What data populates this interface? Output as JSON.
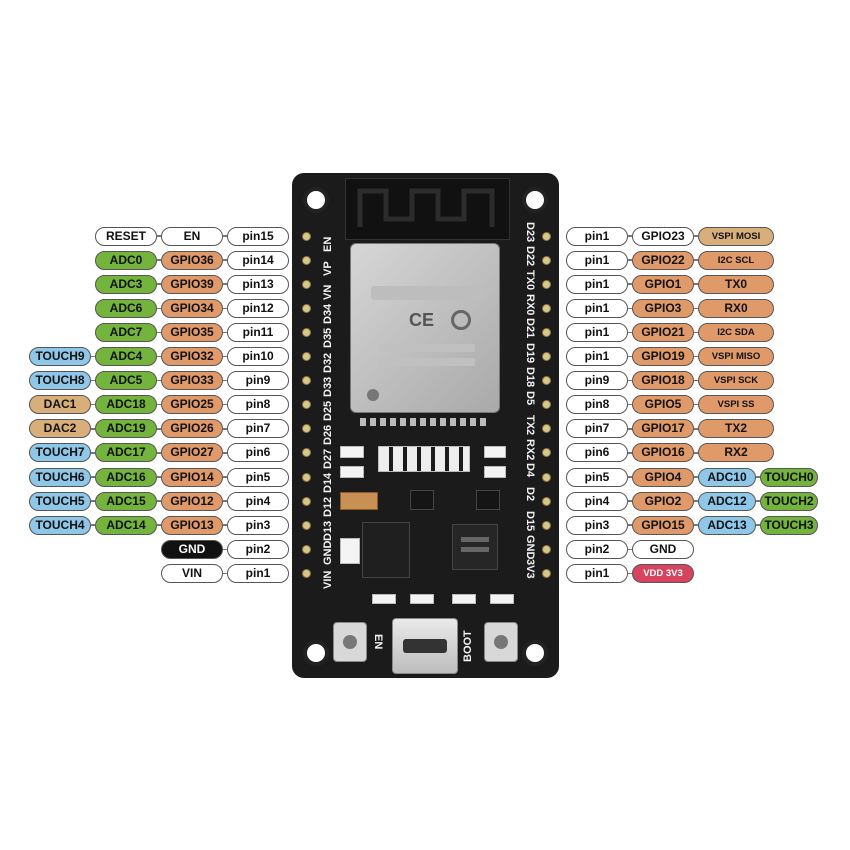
{
  "colors": {
    "white": "#ffffff",
    "green": "#74b33c",
    "orange": "#e09a6a",
    "blue": "#8fc7e8",
    "tan": "#d8ae7a",
    "black": "#111111",
    "red": "#d6445f",
    "board": "#1b1b1b"
  },
  "left_rows": [
    {
      "pills": [
        {
          "text": "RESET",
          "c": "white"
        },
        {
          "text": "EN",
          "c": "white"
        },
        {
          "text": "pin15",
          "c": "white"
        }
      ],
      "silk": "EN"
    },
    {
      "pills": [
        {
          "text": "ADC0",
          "c": "green"
        },
        {
          "text": "GPIO36",
          "c": "orange"
        },
        {
          "text": "pin14",
          "c": "white"
        }
      ],
      "silk": "VP"
    },
    {
      "pills": [
        {
          "text": "ADC3",
          "c": "green"
        },
        {
          "text": "GPIO39",
          "c": "orange"
        },
        {
          "text": "pin13",
          "c": "white"
        }
      ],
      "silk": "VN"
    },
    {
      "pills": [
        {
          "text": "ADC6",
          "c": "green"
        },
        {
          "text": "GPIO34",
          "c": "orange"
        },
        {
          "text": "pin12",
          "c": "white"
        }
      ],
      "silk": "D34"
    },
    {
      "pills": [
        {
          "text": "ADC7",
          "c": "green"
        },
        {
          "text": "GPIO35",
          "c": "orange"
        },
        {
          "text": "pin11",
          "c": "white"
        }
      ],
      "silk": "D35"
    },
    {
      "pills": [
        {
          "text": "TOUCH9",
          "c": "blue"
        },
        {
          "text": "ADC4",
          "c": "green"
        },
        {
          "text": "GPIO32",
          "c": "orange"
        },
        {
          "text": "pin10",
          "c": "white"
        }
      ],
      "silk": "D32"
    },
    {
      "pills": [
        {
          "text": "TOUCH8",
          "c": "blue"
        },
        {
          "text": "ADC5",
          "c": "green"
        },
        {
          "text": "GPIO33",
          "c": "orange"
        },
        {
          "text": "pin9",
          "c": "white"
        }
      ],
      "silk": "D33"
    },
    {
      "pills": [
        {
          "text": "DAC1",
          "c": "tan"
        },
        {
          "text": "ADC18",
          "c": "green"
        },
        {
          "text": "GPIO25",
          "c": "orange"
        },
        {
          "text": "pin8",
          "c": "white"
        }
      ],
      "silk": "D25"
    },
    {
      "pills": [
        {
          "text": "DAC2",
          "c": "tan"
        },
        {
          "text": "ADC19",
          "c": "green"
        },
        {
          "text": "GPIO26",
          "c": "orange"
        },
        {
          "text": "pin7",
          "c": "white"
        }
      ],
      "silk": "D26"
    },
    {
      "pills": [
        {
          "text": "TOUCH7",
          "c": "blue"
        },
        {
          "text": "ADC17",
          "c": "green"
        },
        {
          "text": "GPIO27",
          "c": "orange"
        },
        {
          "text": "pin6",
          "c": "white"
        }
      ],
      "silk": "D27"
    },
    {
      "pills": [
        {
          "text": "TOUCH6",
          "c": "blue"
        },
        {
          "text": "ADC16",
          "c": "green"
        },
        {
          "text": "GPIO14",
          "c": "orange"
        },
        {
          "text": "pin5",
          "c": "white"
        }
      ],
      "silk": "D14"
    },
    {
      "pills": [
        {
          "text": "TOUCH5",
          "c": "blue"
        },
        {
          "text": "ADC15",
          "c": "green"
        },
        {
          "text": "GPIO12",
          "c": "orange"
        },
        {
          "text": "pin4",
          "c": "white"
        }
      ],
      "silk": "D12"
    },
    {
      "pills": [
        {
          "text": "TOUCH4",
          "c": "blue"
        },
        {
          "text": "ADC14",
          "c": "green"
        },
        {
          "text": "GPIO13",
          "c": "orange"
        },
        {
          "text": "pin3",
          "c": "white"
        }
      ],
      "silk": "D13"
    },
    {
      "pills": [
        {
          "text": "GND",
          "c": "black"
        },
        {
          "text": "pin2",
          "c": "white"
        }
      ],
      "silk": "GND"
    },
    {
      "pills": [
        {
          "text": "VIN",
          "c": "white"
        },
        {
          "text": "pin1",
          "c": "white"
        }
      ],
      "silk": "VIN"
    }
  ],
  "right_rows": [
    {
      "pills": [
        {
          "text": "pin1",
          "c": "white"
        },
        {
          "text": "GPIO23",
          "c": "white"
        },
        {
          "text": "VSPI MOSI",
          "c": "tan"
        }
      ],
      "silk": "D23"
    },
    {
      "pills": [
        {
          "text": "pin1",
          "c": "white"
        },
        {
          "text": "GPIO22",
          "c": "orange"
        },
        {
          "text": "I2C SCL",
          "c": "orange"
        }
      ],
      "silk": "D22"
    },
    {
      "pills": [
        {
          "text": "pin1",
          "c": "white"
        },
        {
          "text": "GPIO1",
          "c": "orange"
        },
        {
          "text": "TX0",
          "c": "orange"
        }
      ],
      "silk": "TX0"
    },
    {
      "pills": [
        {
          "text": "pin1",
          "c": "white"
        },
        {
          "text": "GPIO3",
          "c": "orange"
        },
        {
          "text": "RX0",
          "c": "orange"
        }
      ],
      "silk": "RX0"
    },
    {
      "pills": [
        {
          "text": "pin1",
          "c": "white"
        },
        {
          "text": "GPIO21",
          "c": "orange"
        },
        {
          "text": "I2C SDA",
          "c": "orange"
        }
      ],
      "silk": "D21"
    },
    {
      "pills": [
        {
          "text": "pin1",
          "c": "white"
        },
        {
          "text": "GPIO19",
          "c": "orange"
        },
        {
          "text": "VSPI MISO",
          "c": "orange"
        }
      ],
      "silk": "D19"
    },
    {
      "pills": [
        {
          "text": "pin9",
          "c": "white"
        },
        {
          "text": "GPIO18",
          "c": "orange"
        },
        {
          "text": "VSPI SCK",
          "c": "orange"
        }
      ],
      "silk": "D18"
    },
    {
      "pills": [
        {
          "text": "pin8",
          "c": "white"
        },
        {
          "text": "GPIO5",
          "c": "orange"
        },
        {
          "text": "VSPI SS",
          "c": "orange"
        }
      ],
      "silk": "D5"
    },
    {
      "pills": [
        {
          "text": "pin7",
          "c": "white"
        },
        {
          "text": "GPIO17",
          "c": "orange"
        },
        {
          "text": "TX2",
          "c": "orange"
        }
      ],
      "silk": "TX2"
    },
    {
      "pills": [
        {
          "text": "pin6",
          "c": "white"
        },
        {
          "text": "GPIO16",
          "c": "orange"
        },
        {
          "text": "RX2",
          "c": "orange"
        }
      ],
      "silk": "RX2"
    },
    {
      "pills": [
        {
          "text": "pin5",
          "c": "white"
        },
        {
          "text": "GPIO4",
          "c": "orange"
        },
        {
          "text": "ADC10",
          "c": "blue"
        },
        {
          "text": "TOUCH0",
          "c": "green"
        }
      ],
      "silk": "D4"
    },
    {
      "pills": [
        {
          "text": "pin4",
          "c": "white"
        },
        {
          "text": "GPIO2",
          "c": "orange"
        },
        {
          "text": "ADC12",
          "c": "blue"
        },
        {
          "text": "TOUCH2",
          "c": "green"
        }
      ],
      "silk": "D2"
    },
    {
      "pills": [
        {
          "text": "pin3",
          "c": "white"
        },
        {
          "text": "GPIO15",
          "c": "orange"
        },
        {
          "text": "ADC13",
          "c": "blue"
        },
        {
          "text": "TOUCH3",
          "c": "green"
        }
      ],
      "silk": "D15"
    },
    {
      "pills": [
        {
          "text": "pin2",
          "c": "white"
        },
        {
          "text": "GND",
          "c": "white"
        }
      ],
      "silk": "GND"
    },
    {
      "pills": [
        {
          "text": "pin1",
          "c": "white"
        },
        {
          "text": "VDD 3V3",
          "c": "red"
        }
      ],
      "silk": "3V3"
    }
  ],
  "board": {
    "button_en": "EN",
    "button_boot": "BOOT",
    "module_logo": "CE"
  }
}
